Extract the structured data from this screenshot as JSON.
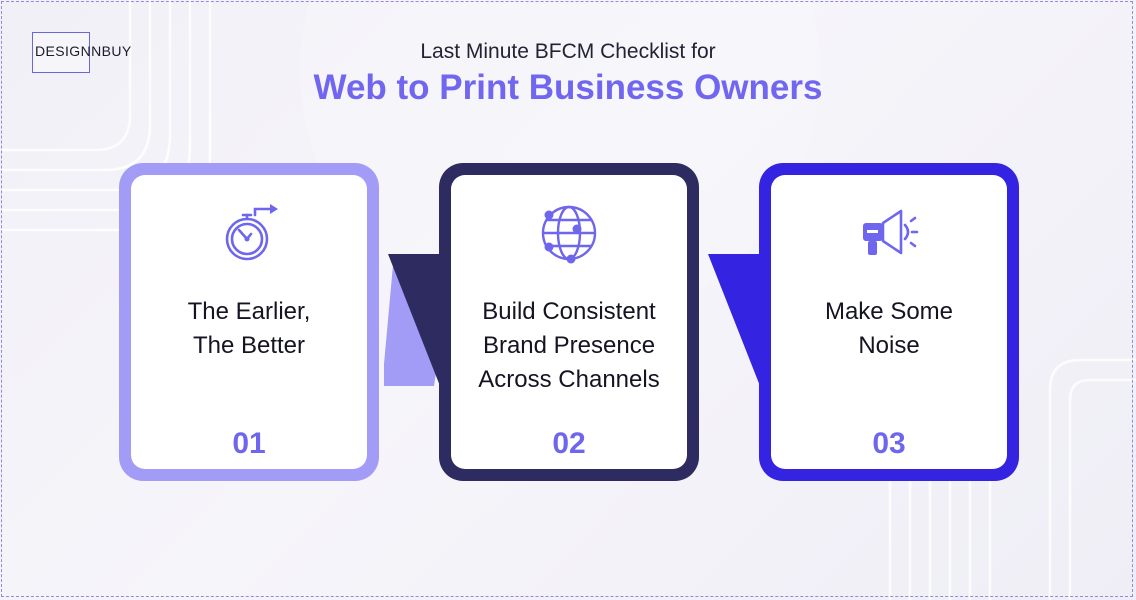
{
  "brand": {
    "logo_text": "DESIGNNBUY"
  },
  "header": {
    "subtitle": "Last Minute BFCM Checklist for",
    "title": "Web to Print Business Owners"
  },
  "colors": {
    "accent": "#7066f0",
    "card1": "#a29cf7",
    "card2": "#2d2b5f",
    "card3": "#3424e2"
  },
  "cards": [
    {
      "icon": "stopwatch-icon",
      "title_line1": "The Earlier,",
      "title_line2": "The Better",
      "title_line3": "",
      "number": "01"
    },
    {
      "icon": "globe-network-icon",
      "title_line1": "Build Consistent",
      "title_line2": "Brand Presence",
      "title_line3": "Across Channels",
      "number": "02"
    },
    {
      "icon": "megaphone-icon",
      "title_line1": "Make Some",
      "title_line2": "Noise",
      "title_line3": "",
      "number": "03"
    }
  ]
}
